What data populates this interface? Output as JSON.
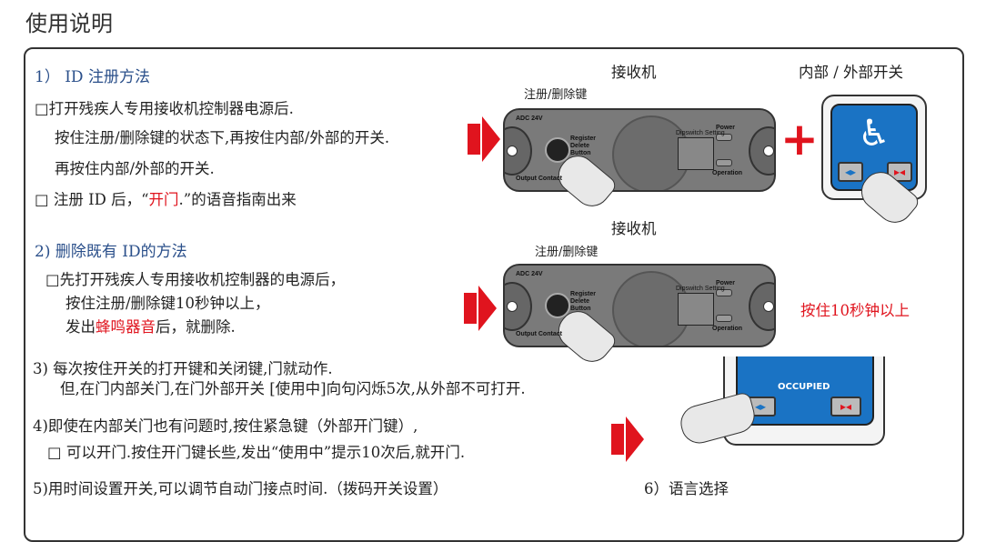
{
  "title": "使用说明",
  "s1": {
    "heading": "1） ID 注册方法",
    "l1": "□打开残疾人专用接收机控制器电源后.",
    "l2": "按住注册/删除键的状态下,再按住内部/外部的开关.",
    "l3": "再按住内部/外部的开关.",
    "l4a": "□  注册 ID 后，“",
    "l4red": "开门",
    "l4b": ".”的语音指南出来"
  },
  "s2": {
    "heading": "2)  删除既有 ID的方法",
    "l1": "□先打开残疾人专用接收机控制器的电源后，",
    "l2": "按住注册/删除键10秒钟以上，",
    "l3a": "发出",
    "l3red": "蜂鸣器音",
    "l3b": "后，就删除."
  },
  "s3": {
    "l1": "3)  每次按住开关的打开键和关闭键,门就动作.",
    "l2": "但,在门内部关门,在门外部开关 [使用中]向句闪烁5次,从外部不可打开."
  },
  "s4": {
    "l1": "4)即使在内部关门也有问题时,按住紧急键（外部开门键）,",
    "l2": "□ 可以开门.按住开门键长些,发出“使用中”提示10次后,就开门."
  },
  "s5": {
    "l1": "5)用时间设置开关,可以调节自动门接点时间.（拨码开关设置）"
  },
  "s6": {
    "l1": "6）语言选择"
  },
  "fig": {
    "receiver_label": "接收机",
    "switch_label": "内部 / 外部开关",
    "button_label": "注册/删除键",
    "press_note": "按住10秒钟以上",
    "plus": "+",
    "device": {
      "adc": "ADC 24V",
      "register": "Register Delete Button",
      "output": "Output Contact",
      "power": "Power",
      "operation": "Operation",
      "dip": "Dipswitch Setting"
    },
    "occupied": "OCCUPIED"
  },
  "colors": {
    "accent": "#e0141e",
    "heading": "#2a4f8a",
    "panel": "#1a73c4"
  }
}
